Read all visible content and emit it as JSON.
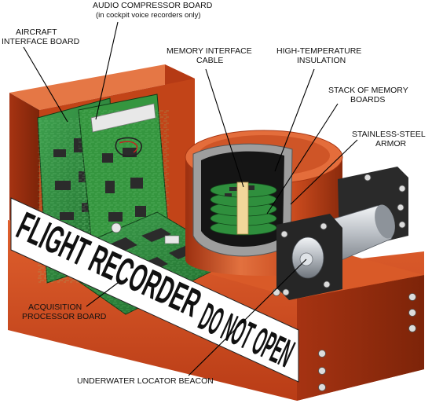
{
  "labels": {
    "audio_board": "AUDIO COMPRESSOR BOARD",
    "audio_board_note": "(in cockpit voice recorders only)",
    "aircraft_interface_1": "AIRCRAFT",
    "aircraft_interface_2": "INTERFACE BOARD",
    "memory_cable_1": "MEMORY INTERFACE",
    "memory_cable_2": "CABLE",
    "insulation_1": "HIGH-TEMPERATURE",
    "insulation_2": "INSULATION",
    "memory_stack_1": "STACK OF MEMORY",
    "memory_stack_2": "BOARDS",
    "armor_1": "STAINLESS-STEEL",
    "armor_2": "ARMOR",
    "acquisition_1": "ACQUISITION",
    "acquisition_2": "PROCESSOR BOARD",
    "locator_beacon": "UNDERWATER LOCATOR BEACON"
  },
  "banner": {
    "part1": "FLIGHT RECORDER",
    "part2": "DO NOT OPEN"
  },
  "colors": {
    "case": "#cf4a1f",
    "case_dark": "#8f2a0e",
    "case_light": "#e8703f",
    "board": "#2e8b3e",
    "board_dark": "#1d5e28",
    "chip": "#2b2b2b",
    "insulation": "#1a1a1a",
    "steel": "#b9bec4",
    "banner_bg": "#ffffff"
  }
}
